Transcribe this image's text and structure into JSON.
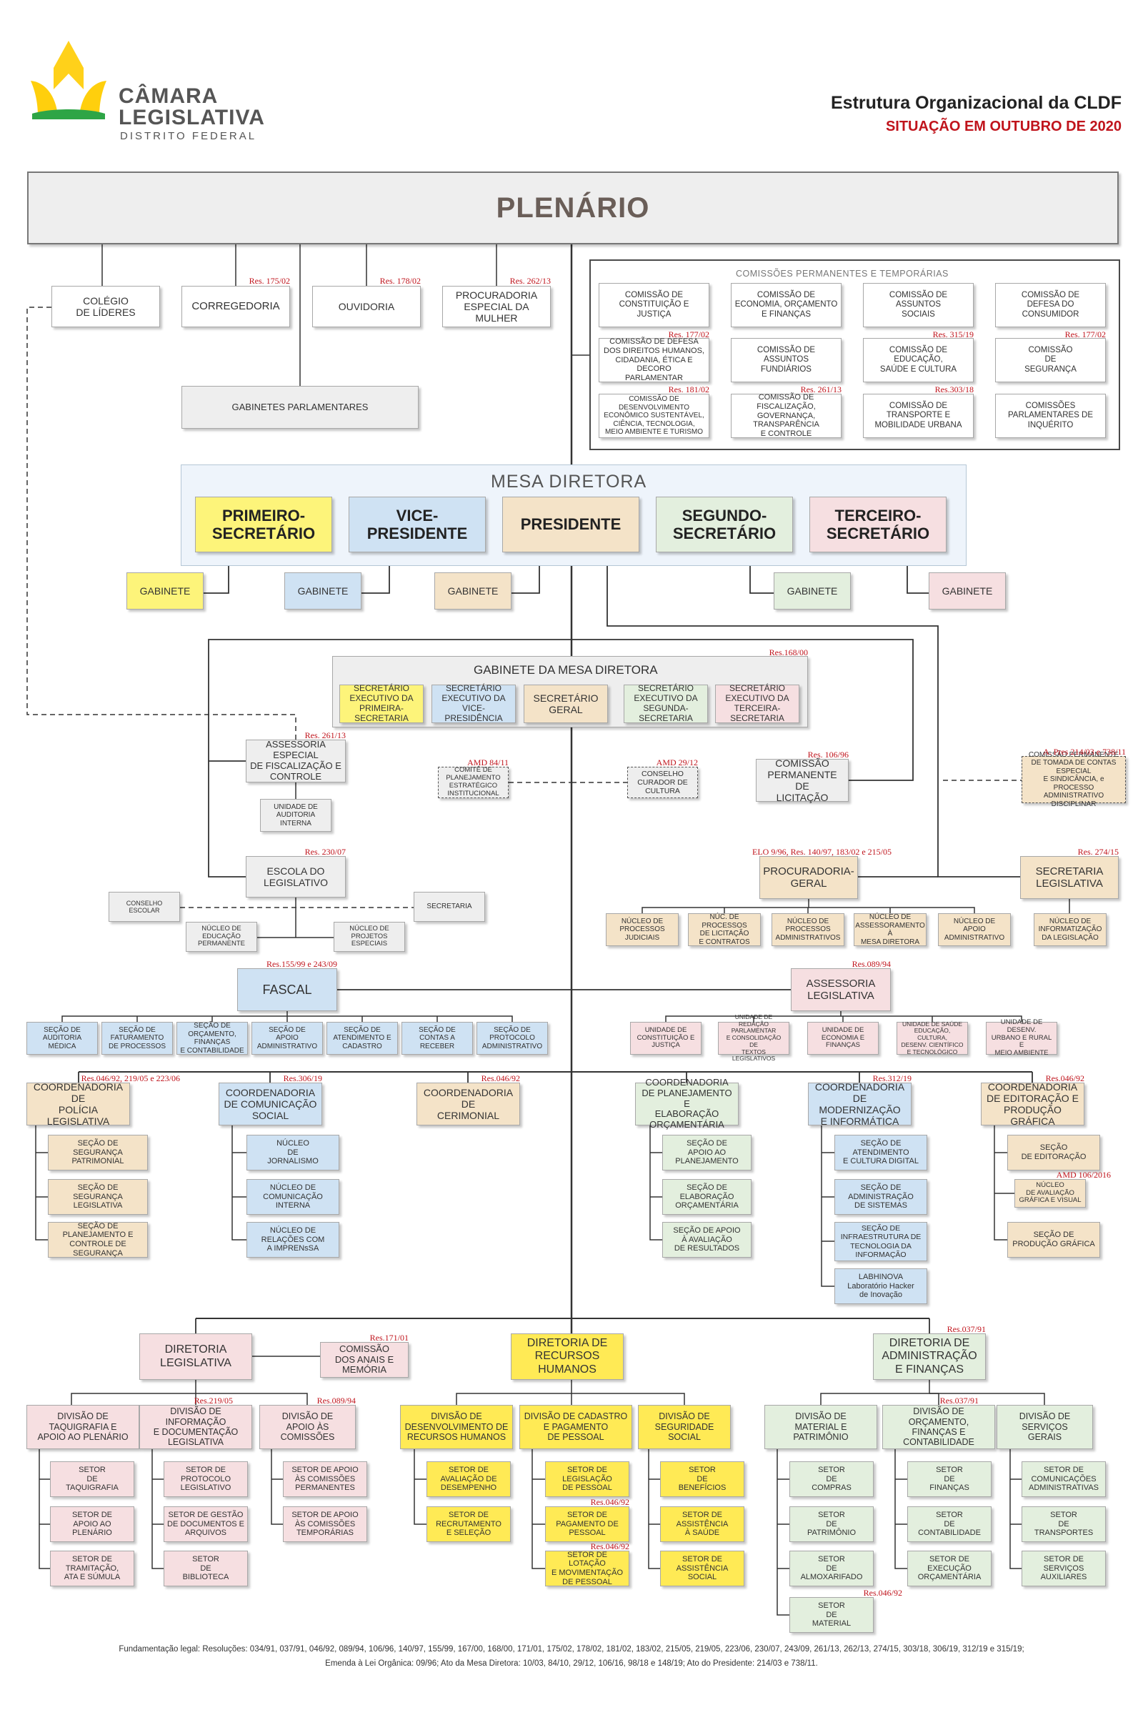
{
  "header": {
    "logo_line1": "CÂMARA",
    "logo_line2": "LEGISLATIVA",
    "logo_line3": "DISTRITO FEDERAL",
    "title": "Estrutura Organizacional da CLDF",
    "subtitle": "SITUAÇÃO EM OUTUBRO DE 2020"
  },
  "colors": {
    "gray": "#eeeeee",
    "yellow": "#fdf47a",
    "blue": "#cfe2f3",
    "beige": "#f4e3c8",
    "green": "#e3efde",
    "pink": "#f6dfe1",
    "gold_yellow": "#ffea55",
    "red_text": "#c0141c"
  },
  "plenario": "PLENÁRIO",
  "commissions_title": "COMISSÕES PERMANENTES E TEMPORÁRIAS",
  "mesa_title": "MESA DIRETORA",
  "gabinete_mesa_title": "GABINETE DA MESA DIRETORA",
  "boxes": {
    "colegio": "COLÉGIO\nDE LÍDERES",
    "corregedoria": "CORREGEDORIA",
    "ouvidoria": "OUVIDORIA",
    "procuradoria_mulher": "PROCURADORIA\nESPECIAL DA\nMULHER",
    "gabinetes_parlamentares": "GABINETES PARLAMENTARES",
    "c_constituicao": "COMISSÃO DE\nCONSTITUIÇÃO E\nJUSTIÇA",
    "c_economia": "COMISSÃO DE\nECONOMIA, ORÇAMENTO\nE FINANÇAS",
    "c_assuntos_sociais": "COMISSÃO DE\nASSUNTOS\nSOCIAIS",
    "c_consumidor": "COMISSÃO DE\nDEFESA DO\nCONSUMIDOR",
    "c_direitos_humanos": "COMISSÃO DE DEFESA\nDOS DIREITOS HUMANOS,\nCIDADANIA, ÉTICA E DECORO\nPARLAMENTAR",
    "c_fundiarios": "COMISSÃO DE\nASSUNTOS\nFUNDIÁRIOS",
    "c_educacao": "COMISSÃO DE\nEDUCAÇÃO,\nSAÚDE E CULTURA",
    "c_seguranca": "COMISSÃO\nDE\nSEGURANÇA",
    "c_desenvolvimento": "COMISSÃO DE DESENVOLVIMENTO\nECONÔMICO SUSTENTÁVEL,\nCIÊNCIA, TECNOLOGIA,\nMEIO AMBIENTE E TURISMO",
    "c_fiscalizacao": "COMISSÃO DE FISCALIZAÇÃO,\nGOVERNANÇA,\nTRANSPARÊNCIA\nE CONTROLE",
    "c_transporte": "COMISSÃO DE\nTRANSPORTE E\nMOBILIDADE URBANA",
    "c_cpi": "COMISSÕES\nPARLAMENTARES DE\nINQUÉRITO",
    "m_primeiro": "PRIMEIRO-\nSECRETÁRIO",
    "m_vice": "VICE-\nPRESIDENTE",
    "m_presidente": "PRESIDENTE",
    "m_segundo": "SEGUNDO-\nSECRETÁRIO",
    "m_terceiro": "TERCEIRO-\nSECRETÁRIO",
    "g1": "GABINETE",
    "g2": "GABINETE",
    "g3": "GABINETE",
    "g4": "GABINETE",
    "g5": "GABINETE",
    "se_primeira": "SECRETÁRIO\nEXECUTIVO DA\nPRIMEIRA-SECRETARIA",
    "se_vice": "SECRETÁRIO\nEXECUTIVO DA\nVICE-PRESIDÊNCIA",
    "se_geral": "SECRETÁRIO\nGERAL",
    "se_segunda": "SECRETÁRIO\nEXECUTIVO DA\nSEGUNDA-SECRETARIA",
    "se_terceira": "SECRETÁRIO\nEXECUTIVO DA\nTERCEIRA-SECRETARIA",
    "assessoria_fiscalizacao": "ASSESSORIA ESPECIAL\nDE FISCALIZAÇÃO E\nCONTROLE",
    "auditoria": "UNIDADE DE\nAUDITORIA\nINTERNA",
    "comite_planejamento": "COMITÊ DE\nPLANEJAMENTO\nESTRATÉGICO\nINSTITUCIONAL",
    "conselho_cultura": "CONSELHO\nCURADOR DE\nCULTURA",
    "cpl": "COMISSÃO\nPERMANENTE DE\nLICITAÇÃO",
    "comissao_tomada": "COMISSÃO PERMANENTE\nDE TOMADA DE CONTAS ESPECIAL\nE SINDICÂNCIA, e PROCESSO\nADMINISTRATIVO DISCIPLINAR",
    "escola": "ESCOLA DO\nLEGISLATIVO",
    "conselho_escolar": "CONSELHO\nESCOLAR",
    "escola_secretaria": "SECRETARIA",
    "nucleo_educacao": "NÚCLEO DE\nEDUCAÇÃO\nPERMANENTE",
    "nucleo_projetos": "NÚCLEO DE\nPROJETOS\nESPECIAIS",
    "procuradoria_geral": "PROCURADORIA-\nGERAL",
    "secretaria_legislativa": "SECRETARIA\nLEGISLATIVA",
    "pg_judiciais": "NÚCLEO DE\nPROCESSOS\nJUDICIAIS",
    "pg_licitacao": "NÚC. DE PROCESSOS\nDE LICITAÇÃO\nE CONTRATOS",
    "pg_administrativos": "NÚCLEO DE\nPROCESSOS\nADMINISTRATIVOS",
    "pg_mesa": "NÚCLEO DE\nASSESSORAMENTO À\nMESA DIRETORA",
    "pg_apoio": "NÚCLEO DE\nAPOIO\nADMINISTRATIVO",
    "sl_informatizacao": "NÚCLEO DE\nINFORMATIZAÇÃO\nDA LEGISLAÇÃO",
    "fascal": "FASCAL",
    "f_auditoria": "SEÇÃO DE\nAUDITORIA\nMÉDICA",
    "f_faturamento": "SEÇÃO DE\nFATURAMENTO\nDE PROCESSOS",
    "f_orcamento": "SEÇÃO DE\nORÇAMENTO, FINANÇAS\nE CONTABILIDADE",
    "f_apoio": "SEÇÃO DE\nAPOIO\nADMINISTRATIVO",
    "f_atendimento": "SEÇÃO DE\nATENDIMENTO E\nCADASTRO",
    "f_contas": "SEÇÃO DE\nCONTAS A\nRECEBER",
    "f_protocolo": "SEÇÃO DE\nPROTOCOLO\nADMINISTRATIVO",
    "assessoria_legislativa": "ASSESSORIA\nLEGISLATIVA",
    "al_constituicao": "UNIDADE DE\nCONSTITUIÇÃO E\nJUSTIÇA",
    "al_redacao": "UNIDADE DE\nREDAÇÃO PARLAMENTAR\nE CONSOLIDAÇÃO DE\nTEXTOS LEGISLATIVOS",
    "al_economia": "UNIDADE DE\nECONOMIA E\nFINANÇAS",
    "al_saude": "UNIDADE DE SAÚDE\nEDUCAÇÃO, CULTURA,\nDESENV. CIENTÍFICO\nE TECNOLÓGICO",
    "al_urbano": "UNIDADE DE DESENV.\nURBANO E RURAL E\nMEIO AMBIENTE",
    "coord_policia": "COORDENADORIA DE\nPOLÍCIA\nLEGISLATIVA",
    "cp_patrimonial": "SEÇÃO DE\nSEGURANÇA\nPATRIMONIAL",
    "cp_legislativa": "SEÇÃO DE\nSEGURANÇA\nLEGISLATIVA",
    "cp_planejamento": "SEÇÃO DE\nPLANEJAMENTO E\nCONTROLE DE\nSEGURANÇA",
    "coord_comunicacao": "COORDENADORIA\nDE COMUNICAÇÃO\nSOCIAL",
    "cc_jornalismo": "NÚCLEO\nDE\nJORNALISMO",
    "cc_interna": "NÚCLEO DE\nCOMUNICAÇÃO\nINTERNA",
    "cc_imprensa": "NÚCLEO DE\nRELAÇÕES COM\nA IMPRENsSA",
    "coord_cerimonial": "COORDENADORIA\nDE\nCERIMONIAL",
    "coord_planejamento": "COORDENADORIA\nDE PLANEJAMENTO E\nELABORAÇÃO\nORÇAMENTÁRIA",
    "cpo_apoio": "SEÇÃO DE\nAPOIO AO\nPLANEJAMENTO",
    "cpo_elaboracao": "SEÇÃO DE\nELABORAÇÃO\nORÇAMENTÁRIA",
    "cpo_resultados": "SEÇÃO DE APOIO\nÀ AVALIAÇÃO\nDE RESULTADOS",
    "coord_modernizacao": "COORDENADORIA\nDE MODERNIZAÇÃO\nE INFORMÁTICA",
    "cm_atendimento": "SEÇÃO DE\nATENDIMENTO\nE CULTURA DIGITAL",
    "cm_sistemas": "SEÇÃO DE\nADMINISTRAÇÃO\nDE SISTEMAS",
    "cm_infra": "SEÇÃO DE\nINFRAESTRUTURA DE\nTECNOLOGIA DA\nINFORMAÇÃO",
    "cm_labhinova": "LABHINOVA\nLaboratório Hacker\nde Inovação",
    "coord_editoracao": "COORDENADORIA\nDE EDITORAÇÃO E\nPRODUÇÃO GRÁFICA",
    "ce_editoracao": "SEÇÃO\nDE EDITORAÇÃO",
    "ce_avaliacao": "NÚCLEO\nDE AVALIAÇÃO\nGRÁFICA E VISUAL",
    "ce_producao": "SEÇÃO DE\nPRODUÇÃO GRÁFICA",
    "dir_legislativa": "DIRETORIA\nLEGISLATIVA",
    "comissao_anais": "COMISSÃO\nDOS ANAIS E\nMEMÓRIA",
    "dl_taquigrafia": "DIVISÃO DE\nTAQUIGRAFIA E\nAPOIO AO PLENÁRIO",
    "dl_informacao": "DIVISÃO DE INFORMAÇÃO\nE DOCUMENTAÇÃO\nLEGISLATIVA",
    "dl_comissoes": "DIVISÃO DE\nAPOIO ÀS\nCOMISSÕES",
    "st_taquigrafia": "SETOR\nDE\nTAQUIGRAFIA",
    "st_plenario": "SETOR DE\nAPOIO AO\nPLENÁRIO",
    "st_tramitacao": "SETOR DE\nTRAMITAÇÃO,\nATA E SÚMULA",
    "st_protocolo": "SETOR DE\nPROTOCOLO\nLEGISLATIVO",
    "st_gestao": "SETOR DE GESTÃO\nDE DOCUMENTOS E\nARQUIVOS",
    "st_biblioteca": "SETOR\nDE\nBIBLIOTECA",
    "st_permanentes": "SETOR DE APOIO\nÀS COMISSÕES\nPERMANENTES",
    "st_temporarias": "SETOR DE APOIO\nÀS COMISSÕES\nTEMPORÁRIAS",
    "dir_rh": "DIRETORIA DE\nRECURSOS\nHUMANOS",
    "rh_desenvolvimento": "DIVISÃO DE\nDESENVOLVIMENTO DE\nRECURSOS HUMANOS",
    "rh_cadastro": "DIVISÃO DE CADASTRO\nE PAGAMENTO\nDE PESSOAL",
    "rh_seguridade": "DIVISÃO DE\nSEGURIDADE\nSOCIAL",
    "rh_avaliacao": "SETOR DE\nAVALIAÇÃO DE\nDESEMPENHO",
    "rh_recrutamento": "SETOR DE\nRECRUTAMENTO\nE SELEÇÃO",
    "rh_legislacao": "SETOR DE\nLEGISLAÇÃO\nDE PESSOAL",
    "rh_pagamento": "SETOR DE\nPAGAMENTO DE\nPESSOAL",
    "rh_lotacao": "SETOR DE LOTAÇÃO\nE MOVIMENTAÇÃO\nDE PESSOAL",
    "rh_beneficios": "SETOR\nDE\nBENEFÍCIOS",
    "rh_saude": "SETOR DE\nASSISTÊNCIA\nÀ SAÚDE",
    "rh_social": "SETOR DE\nASSISTÊNCIA\nSOCIAL",
    "dir_administracao": "DIRETORIA DE\nADMINISTRAÇÃO\nE FINANÇAS",
    "da_material": "DIVISÃO DE\nMATERIAL E\nPATRIMÔNIO",
    "da_orcamento": "DIVISÃO DE ORÇAMENTO,\nFINANÇAS E\nCONTABILIDADE",
    "da_servicos": "DIVISÃO DE\nSERVIÇOS\nGERAIS",
    "da_compras": "SETOR\nDE\nCOMPRAS",
    "da_patrimonio": "SETOR\nDE\nPATRIMÔNIO",
    "da_almoxarifado": "SETOR\nDE\nALMOXARIFADO",
    "da_setor_material": "SETOR\nDE\nMATERIAL",
    "da_financas": "SETOR\nDE\nFINANÇAS",
    "da_contabilidade": "SETOR\nDE\nCONTABILIDADE",
    "da_execucao": "SETOR DE\nEXECUÇÃO\nORÇAMENTÁRIA",
    "da_comunicacoes": "SETOR DE\nCOMUNICAÇÕES\nADMINISTRATIVAS",
    "da_transportes": "SETOR\nDE\nTRANSPORTES",
    "da_auxiliares": "SETOR DE\nSERVIÇOS\nAUXILIARES"
  },
  "refs": {
    "corregedoria": "Res. 175/02",
    "ouvidoria": "Res. 178/02",
    "procuradoria_mulher": "Res. 262/13",
    "c_direitos_humanos": "Res. 177/02",
    "c_educacao": "Res. 315/19",
    "c_seguranca": "Res. 177/02",
    "c_desenvolvimento": "Res. 181/02",
    "c_fiscalizacao": "Res. 261/13",
    "c_transporte": "Res.303/18",
    "gabinete_mesa": "Res.168/00",
    "assessoria_fiscalizacao": "Res. 261/13",
    "comite": "AMD 84/11",
    "conselho_cultura": "AMD 29/12",
    "cpl": "Res. 106/96",
    "comissao_tomada": "A. Pres 214/03 e 738/11",
    "escola": "Res. 230/07",
    "procuradoria_geral": "ELO 9/96, Res. 140/97, 183/02 e 215/05",
    "secretaria_legislativa": "Res. 274/15",
    "fascal": "Res.155/99 e 243/09",
    "assessoria_legislativa": "Res.089/94",
    "coord_policia": "Res.046/92, 219/05 e 223/06",
    "coord_comunicacao": "Res.306/19",
    "coord_cerimonial": "Res.046/92",
    "coord_modernizacao": "Res.312/19",
    "coord_editoracao": "Res.046/92",
    "ce_avaliacao": "AMD 106/2016",
    "comissao_anais": "Res.171/01",
    "dir_administracao": "Res.037/91",
    "dl_informacao": "Res.219/05",
    "dl_comissoes": "Res.089/94",
    "rh_pagamento": "Res.046/92",
    "rh_lotacao": "Res.046/92",
    "da_orcamento": "Res.037/91",
    "da_setor_material": "Res.046/92"
  },
  "footer": {
    "line1": "Fundamentação legal: Resoluções: 034/91, 037/91, 046/92, 089/94, 106/96, 140/97, 155/99, 167/00, 168/00, 171/01, 175/02, 178/02, 181/02, 183/02, 215/05, 219/05, 223/06, 230/07, 243/09, 261/13, 262/13, 274/15, 303/18, 306/19, 312/19 e 315/19;",
    "line2": "Emenda à Lei Orgânica: 09/96; Ato da Mesa Diretora: 10/03, 84/10, 29/12, 106/16, 98/18 e 148/19; Ato do Presidente: 214/03 e 738/11."
  }
}
